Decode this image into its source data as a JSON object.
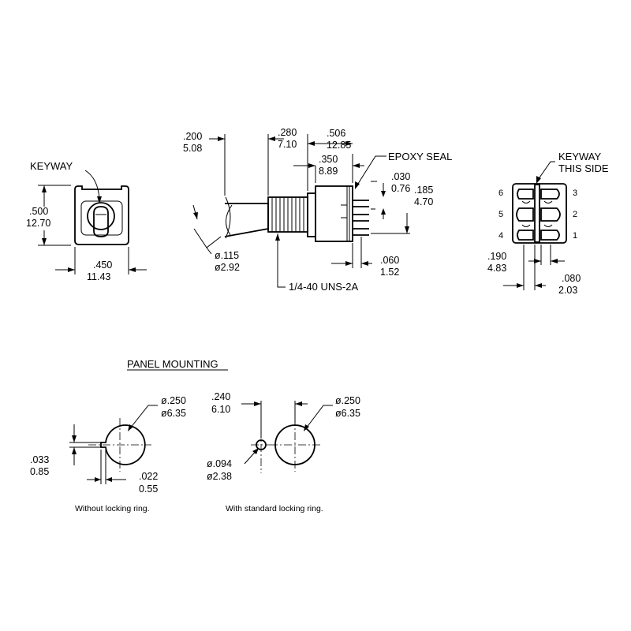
{
  "front_view": {
    "keyway_label": "KEYWAY",
    "height_in": ".500",
    "height_mm": "12.70",
    "width_in": ".450",
    "width_mm": "11.43"
  },
  "side_view": {
    "lever_len_in": ".200",
    "lever_len_mm": "5.08",
    "bushing_len_in": ".280",
    "bushing_len_mm": "7.10",
    "body_len_in": ".506",
    "body_len_mm": "12.85",
    "case_len_in": ".350",
    "case_len_mm": "8.89",
    "epoxy_label": "EPOXY SEAL",
    "term_thick_in": ".030",
    "term_thick_mm": "0.76",
    "term_len_in": ".185",
    "term_len_mm": "4.70",
    "lever_dia_in": "ø.115",
    "lever_dia_mm": "ø2.92",
    "term_off_in": ".060",
    "term_off_mm": "1.52",
    "thread_label": "1/4-40 UNS-2A"
  },
  "terminal_view": {
    "keyway_label_1": "KEYWAY",
    "keyway_label_2": "THIS SIDE",
    "pins_left": [
      "6",
      "5",
      "4"
    ],
    "pins_right": [
      "3",
      "2",
      "1"
    ],
    "spacing_in": ".190",
    "spacing_mm": "4.83",
    "pad_in": ".080",
    "pad_mm": "2.03"
  },
  "panel_mounting": {
    "title": "PANEL MOUNTING",
    "left": {
      "dia_in": "ø.250",
      "dia_mm": "ø6.35",
      "key_h_in": ".033",
      "key_h_mm": "0.85",
      "key_w_in": ".022",
      "key_w_mm": "0.55",
      "caption": "Without locking ring."
    },
    "right": {
      "offset_in": ".240",
      "offset_mm": "6.10",
      "dia_in": "ø.250",
      "dia_mm": "ø6.35",
      "small_dia_in": "ø.094",
      "small_dia_mm": "ø2.38",
      "caption": "With standard locking ring."
    }
  }
}
